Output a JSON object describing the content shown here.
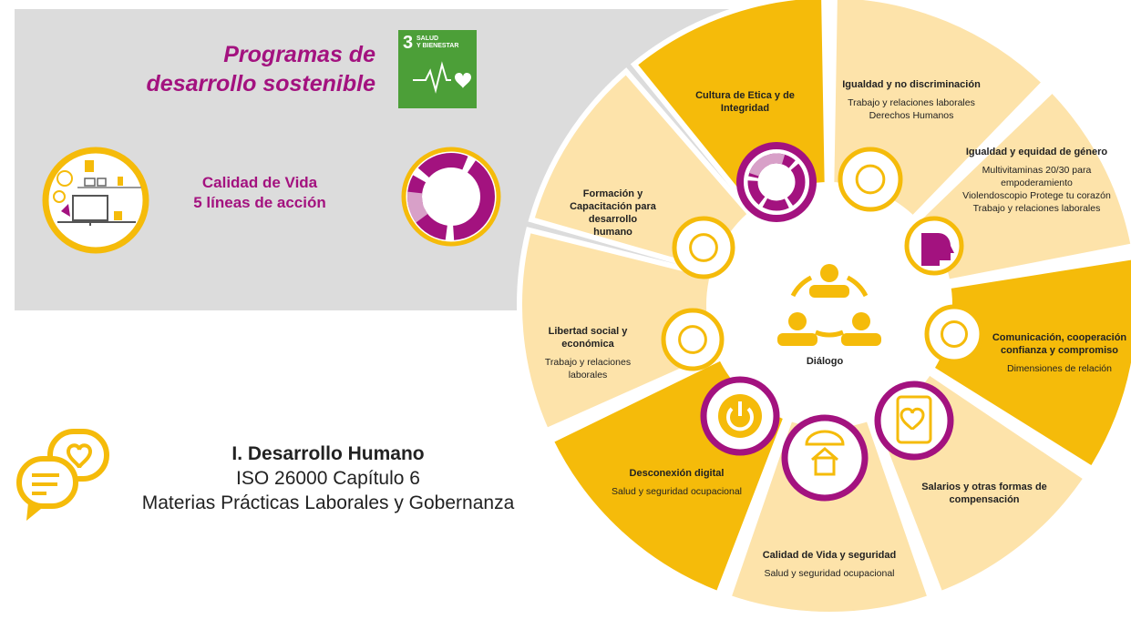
{
  "title": {
    "line1": "Programas de",
    "line2": "desarrollo sostenible"
  },
  "sdg_badge": {
    "number": "3",
    "label_line1": "SALUD",
    "label_line2": "Y BIENESTAR",
    "color": "#4c9f38"
  },
  "calidad": {
    "line1": "Calidad de Vida",
    "line2": "5 líneas de acción"
  },
  "desarrollo": {
    "heading": "I. Desarrollo Humano",
    "line2": "ISO 26000 Capítulo 6",
    "line3": "Materias Prácticas Laborales  y Gobernanza"
  },
  "center": {
    "label": "Diálogo"
  },
  "colors": {
    "gold": "#f5bb0a",
    "light": "#fde3aa",
    "purple": "#a3127f",
    "grey": "#dcdcdc"
  },
  "segments": [
    {
      "heading": "Cultura de Etica y de Integridad",
      "body": [],
      "icon": "wheel-icon"
    },
    {
      "heading": "Igualdad y no discriminación",
      "body": [
        "Trabajo y relaciones laborales",
        "Derechos Humanos"
      ],
      "icon": "gender-equality-icon"
    },
    {
      "heading": "Igualdad y equidad de género",
      "body": [
        "Multivitaminas 20/30 para empoderamiento",
        "Violendoscopio Protege tu corazón",
        "Trabajo y relaciones laborales"
      ],
      "icon": "head-profile-icon"
    },
    {
      "heading": "Comunicación, cooperación confianza y compromiso",
      "body": [
        "Dimensiones de relación"
      ],
      "icon": "network-document-icon"
    },
    {
      "heading": "Salarios y otras formas de compensación",
      "body": [],
      "icon": "health-tablet-icon"
    },
    {
      "heading": "Calidad de Vida y seguridad",
      "body": [
        "Salud y seguridad ocupacional"
      ],
      "icon": "umbrella-house-icon"
    },
    {
      "heading": "Desconexión digital",
      "body": [
        "Salud y seguridad ocupacional"
      ],
      "icon": "power-icon"
    },
    {
      "heading": "Libertad social y económica",
      "body": [
        "Trabajo y relaciones laborales"
      ],
      "icon": "meeting-icon"
    },
    {
      "heading": "Formación y Capacitación para desarrollo humano",
      "body": [],
      "icon": "trophy-icon"
    }
  ]
}
